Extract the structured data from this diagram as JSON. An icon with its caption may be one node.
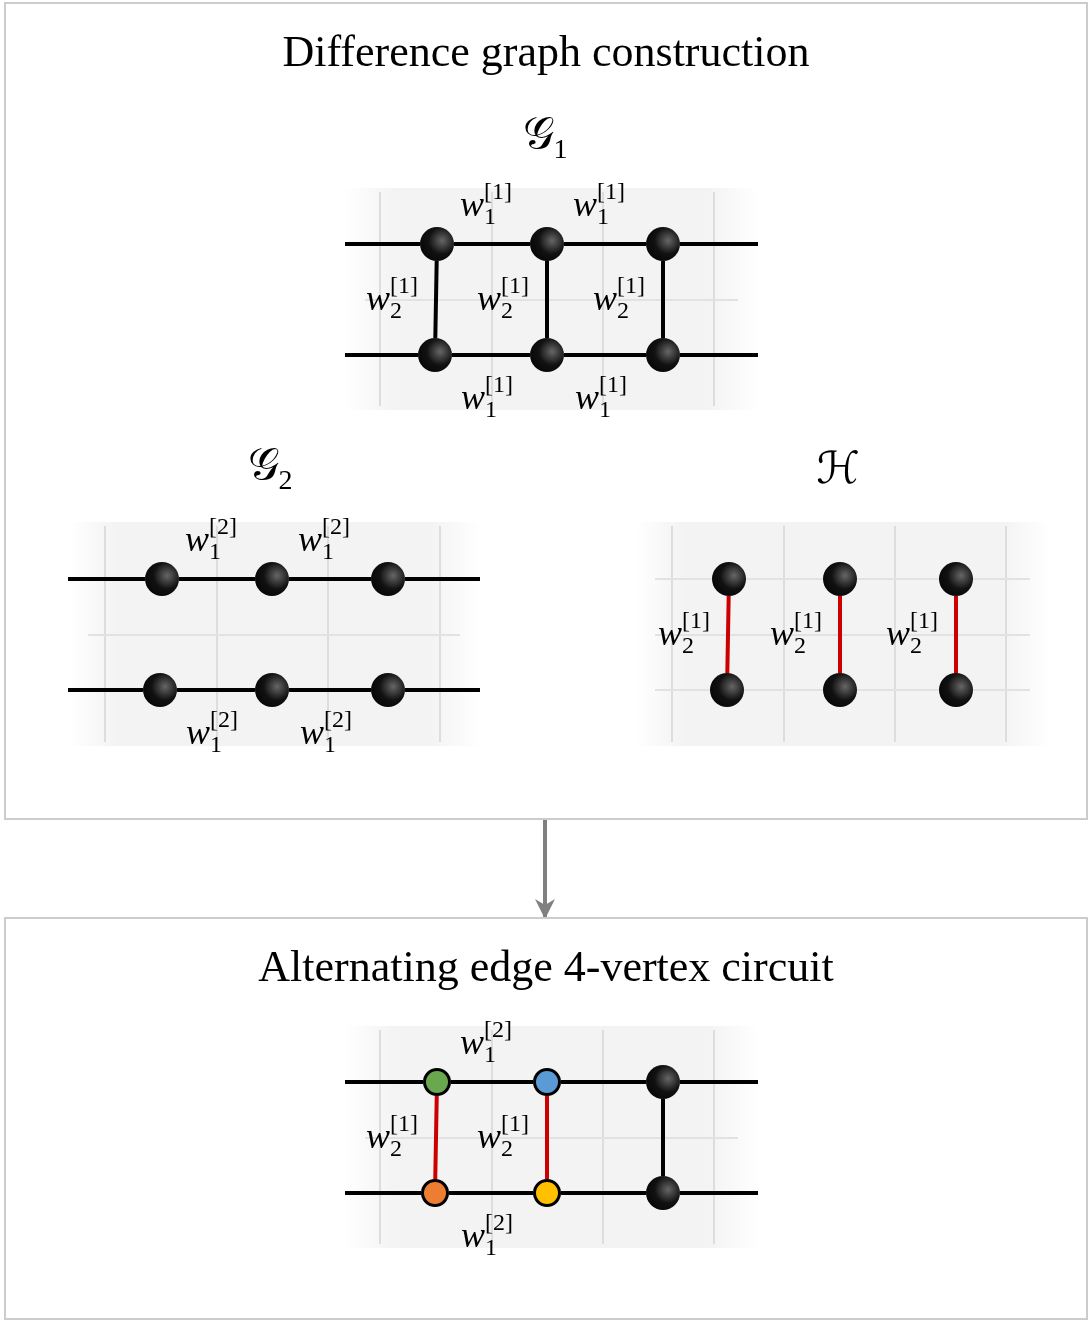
{
  "diagram": {
    "nodes": [
      {
        "text": [
          "Difference graph construction"
        ]
      },
      {
        "text": [],
        "shape": "circle",
        "in": 0
      },
      {
        "text": [],
        "shape": "circle",
        "in": 0
      },
      {
        "text": [],
        "shape": "circle",
        "in": 0
      },
      {
        "text": [],
        "shape": "circle",
        "in": 0
      },
      {
        "text": [],
        "shape": "circle",
        "in": 0
      },
      {
        "text": [],
        "shape": "circle",
        "in": 0
      },
      {
        "text": [],
        "shape": "circle",
        "in": 0
      },
      {
        "text": [],
        "shape": "circle",
        "in": 0
      },
      {
        "text": [],
        "shape": "circle",
        "in": 0
      },
      {
        "text": [],
        "shape": "circle",
        "in": 0
      },
      {
        "text": [],
        "shape": "circle",
        "in": 0
      },
      {
        "text": [],
        "shape": "circle",
        "in": 0
      },
      {
        "text": [],
        "shape": "circle",
        "in": 0
      },
      {
        "text": [],
        "shape": "circle",
        "in": 0
      },
      {
        "text": [],
        "shape": "circle",
        "in": 0
      },
      {
        "text": [],
        "shape": "circle",
        "in": 0
      },
      {
        "text": [],
        "shape": "circle",
        "in": 0
      },
      {
        "text": [],
        "shape": "circle",
        "in": 0
      },
      {
        "text": [
          "Alternating edge 4-vertex circuit"
        ]
      },
      {
        "text": [],
        "shape": "circle",
        "in": 19
      },
      {
        "text": [],
        "shape": "circle",
        "in": 19
      },
      {
        "text": [],
        "shape": "circle",
        "in": 19
      },
      {
        "text": [],
        "shape": "circle",
        "in": 19
      },
      {
        "text": [],
        "shape": "circle",
        "in": 19
      },
      {
        "text": [],
        "shape": "circle",
        "in": 19
      }
    ],
    "edges": [
      {
        "from": 1,
        "to": 2,
        "arrow": "none",
        "label": "*w*$_{1}$$^{[1]}$"
      },
      {
        "from": 2,
        "to": 3,
        "arrow": "none",
        "label": "*w*$_{1}$$^{[1]}$"
      },
      {
        "from": 4,
        "to": 5,
        "arrow": "none",
        "label": "*w*$_{1}$$^{[1]}$"
      },
      {
        "from": 5,
        "to": 6,
        "arrow": "none",
        "label": "*w*$_{1}$$^{[1]}$"
      },
      {
        "from": 1,
        "to": 4,
        "arrow": "none",
        "label": "*w*$_{2}$$^{[1]}$"
      },
      {
        "from": 2,
        "to": 5,
        "arrow": "none",
        "label": "*w*$_{2}$$^{[1]}$"
      },
      {
        "from": 3,
        "to": 6,
        "arrow": "none",
        "label": "*w*$_{2}$$^{[1]}$"
      },
      {
        "from": 1,
        "to": null,
        "arrow": "none"
      },
      {
        "from": 3,
        "to": null,
        "arrow": "none"
      },
      {
        "from": 4,
        "to": null,
        "arrow": "none"
      },
      {
        "from": 6,
        "to": null,
        "arrow": "none"
      },
      {
        "from": 7,
        "to": 8,
        "arrow": "none",
        "label": "*w*$_{1}$$^{[2]}$"
      },
      {
        "from": 8,
        "to": 9,
        "arrow": "none",
        "label": "*w*$_{1}$$^{[2]}$"
      },
      {
        "from": 10,
        "to": 11,
        "arrow": "none",
        "label": "*w*$_{1}$$^{[2]}$"
      },
      {
        "from": 11,
        "to": 12,
        "arrow": "none",
        "label": "*w*$_{1}$$^{[2]}$"
      },
      {
        "from": 7,
        "to": null,
        "arrow": "none"
      },
      {
        "from": 9,
        "to": null,
        "arrow": "none"
      },
      {
        "from": 10,
        "to": null,
        "arrow": "none"
      },
      {
        "from": 12,
        "to": null,
        "arrow": "none"
      },
      {
        "from": 13,
        "to": 16,
        "arrow": "none",
        "label": "*w*$_{2}$$^{[1]}$",
        "color": "#cc0000"
      },
      {
        "from": 14,
        "to": 17,
        "arrow": "none",
        "label": "*w*$_{2}$$^{[1]}$",
        "color": "#cc0000"
      },
      {
        "from": 15,
        "to": 18,
        "arrow": "none",
        "label": "*w*$_{2}$$^{[1]}$",
        "color": "#cc0000"
      },
      {
        "from": 0,
        "to": 19,
        "arrow": "to",
        "color": "#808080"
      },
      {
        "from": 20,
        "to": 21,
        "arrow": "none",
        "label": "*w*$_{1}$$^{[2]}$"
      },
      {
        "from": 21,
        "to": 22,
        "arrow": "none"
      },
      {
        "from": 23,
        "to": 24,
        "arrow": "none",
        "label": "*w*$_{1}$$^{[2]}$"
      },
      {
        "from": 24,
        "to": 25,
        "arrow": "none"
      },
      {
        "from": 20,
        "to": 23,
        "arrow": "none",
        "label": "*w*$_{2}$$^{[1]}$",
        "color": "#cc0000"
      },
      {
        "from": 21,
        "to": 24,
        "arrow": "none",
        "label": "*w*$_{2}$$^{[1]}$",
        "color": "#cc0000"
      },
      {
        "from": 22,
        "to": 25,
        "arrow": "none"
      },
      {
        "from": 20,
        "to": null,
        "arrow": "none"
      },
      {
        "from": 22,
        "to": null,
        "arrow": "none"
      },
      {
        "from": 23,
        "to": null,
        "arrow": "none"
      },
      {
        "from": 25,
        "to": null,
        "arrow": "none"
      }
    ],
    "labels": [
      "𝒢$_{1}$",
      "𝒢$_{2}$",
      "ℋ"
    ]
  }
}
